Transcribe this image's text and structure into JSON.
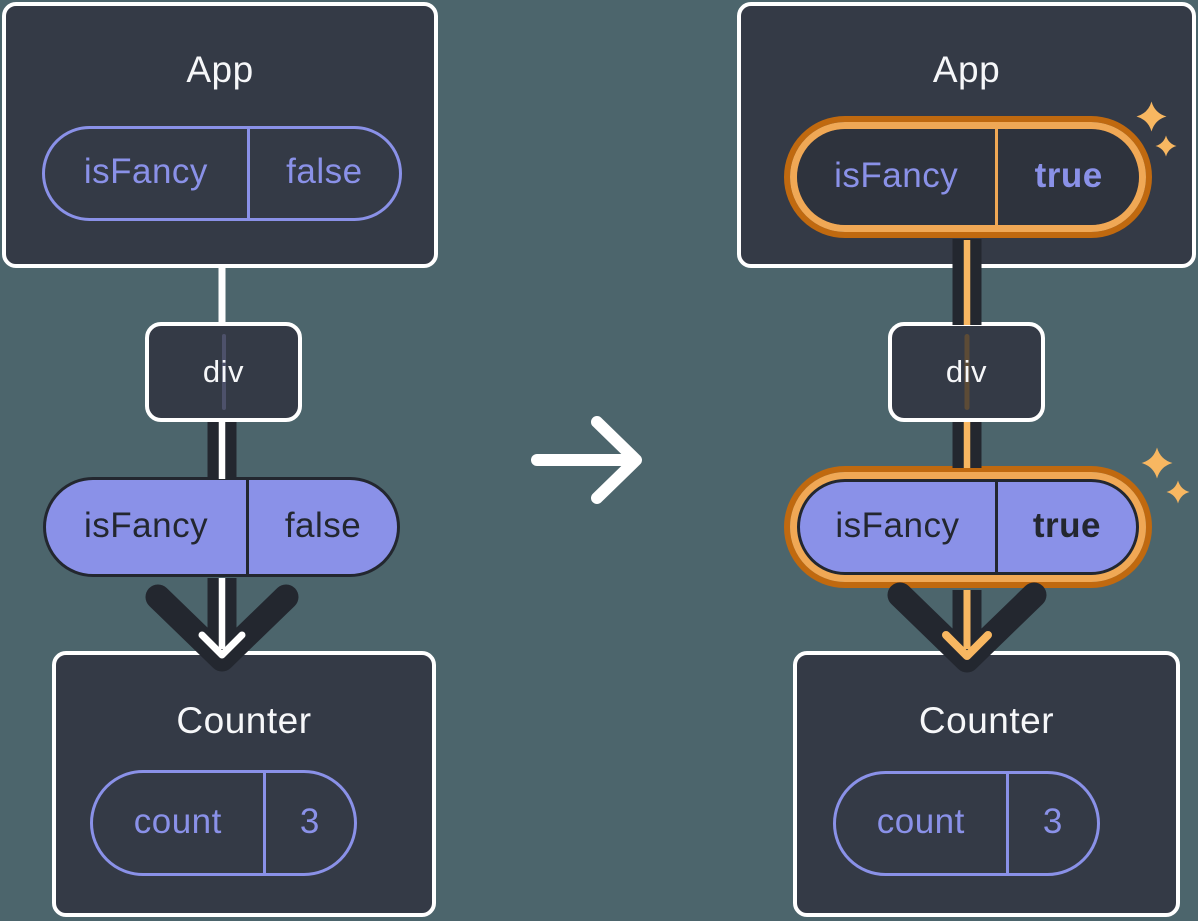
{
  "theme": {
    "background": "#4C656C",
    "card": "#343A46",
    "purple": "#8A91E8",
    "ink_dark": "#23272F",
    "orange_dark": "#C0690F",
    "orange_light": "#F0A855",
    "orange_bright": "#F8B761",
    "text_light": "#F6F7F9",
    "muted_line_left": "#4D516A",
    "muted_line_right": "#5C4B36",
    "pill_dark_fill": "#2E333D"
  },
  "before": {
    "app": {
      "title": "App",
      "pill": {
        "name": "isFancy",
        "value": "false"
      }
    },
    "dom": {
      "label": "div"
    },
    "prop": {
      "name": "isFancy",
      "value": "false"
    },
    "counter": {
      "title": "Counter",
      "pill": {
        "name": "count",
        "value": "3"
      }
    }
  },
  "after": {
    "app": {
      "title": "App",
      "pill": {
        "name": "isFancy",
        "value": "true"
      }
    },
    "dom": {
      "label": "div"
    },
    "prop": {
      "name": "isFancy",
      "value": "true"
    },
    "counter": {
      "title": "Counter",
      "pill": {
        "name": "count",
        "value": "3"
      }
    }
  }
}
